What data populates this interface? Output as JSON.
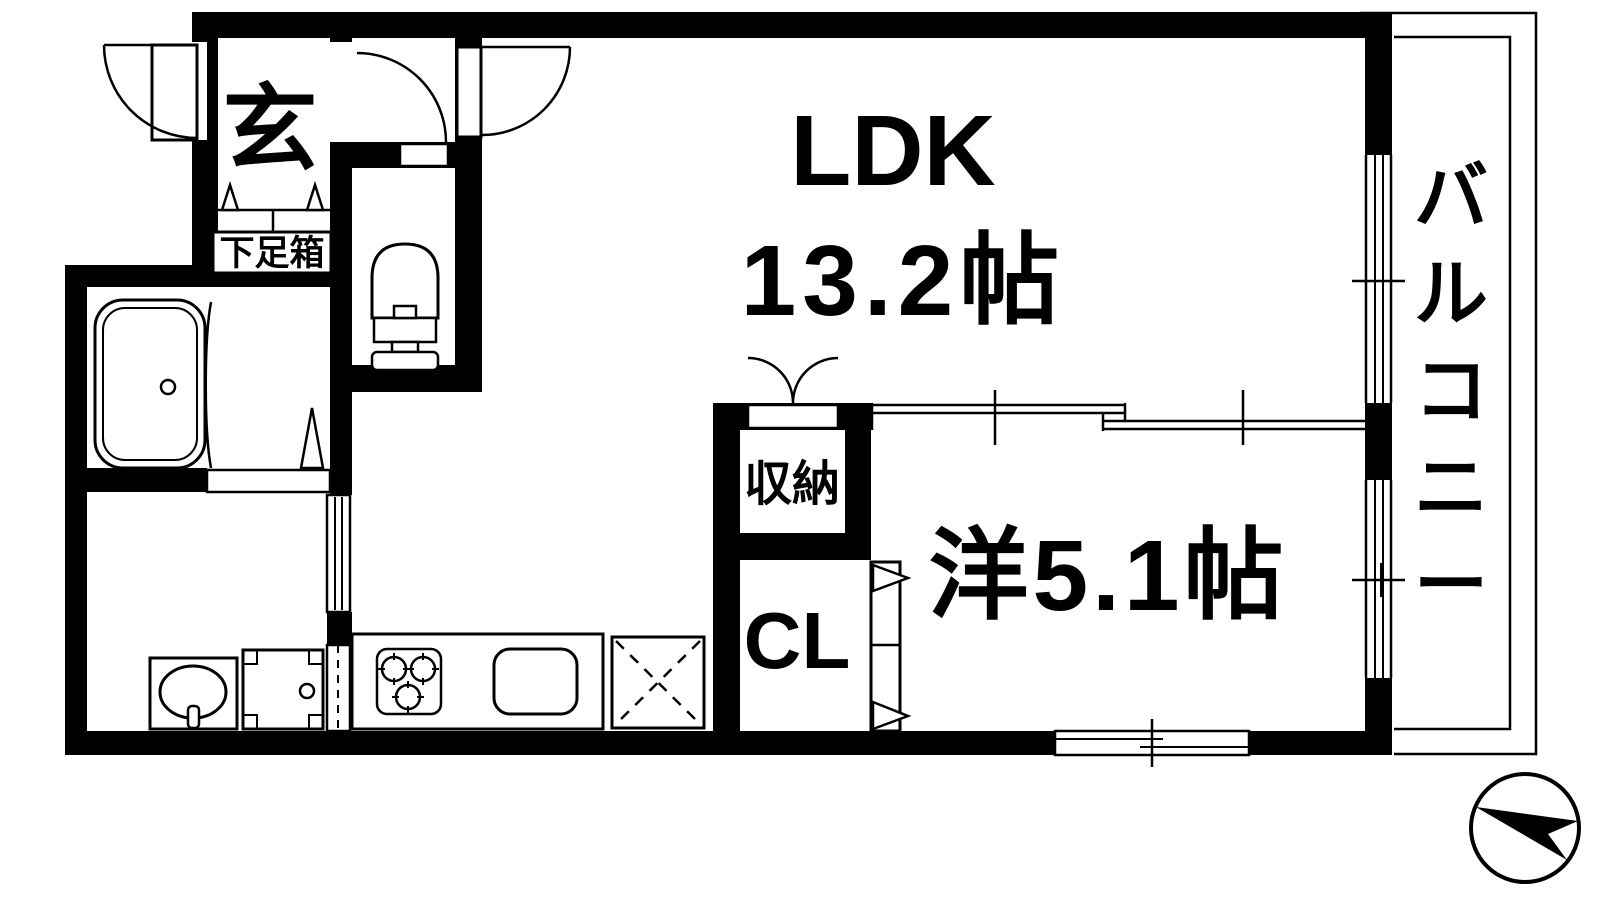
{
  "figure": "apartment-floor-plan",
  "colors": {
    "wall": "#000000",
    "background": "#ffffff",
    "line": "#000000"
  },
  "rooms": {
    "entrance": {
      "label": "玄"
    },
    "shoe_cabinet": {
      "label": "下足箱"
    },
    "ldk": {
      "label": "LDK",
      "size": "13.2帖"
    },
    "storage": {
      "label": "収納"
    },
    "closet": {
      "label": "CL"
    },
    "western_room": {
      "label": "洋5.1帖"
    },
    "balcony": {
      "label": "バルコニー",
      "chars": [
        "バ",
        "ル",
        "コ",
        "ニ",
        "ー"
      ]
    }
  },
  "icons": [
    "entrance-double-door",
    "hall-door",
    "ldk-door",
    "toilet-door",
    "bathtub",
    "toilet",
    "washbasin",
    "washing-machine-pan",
    "kitchen-counter",
    "stove",
    "kitchen-sink",
    "refrigerator-space",
    "storage-double-door",
    "closet-folding-door",
    "sliding-partition",
    "ldk-window",
    "bedroom-window",
    "bottom-window",
    "north-arrow"
  ]
}
